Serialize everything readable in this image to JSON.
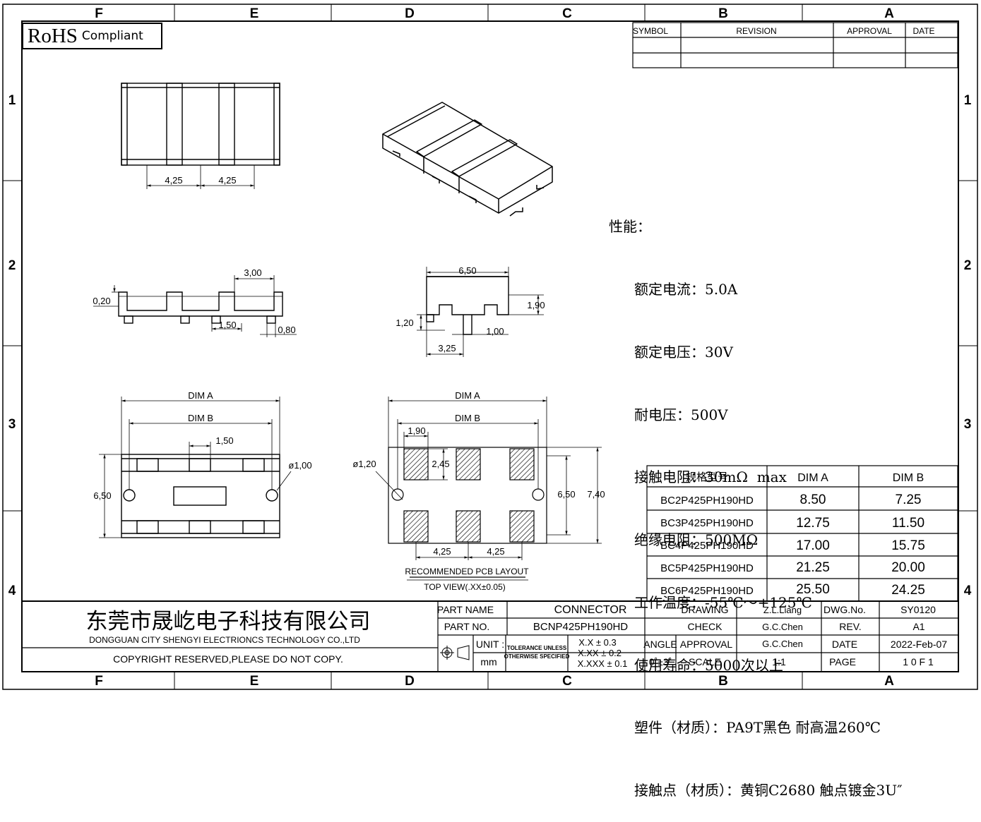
{
  "zone_letters": [
    "F",
    "E",
    "D",
    "C",
    "B",
    "A"
  ],
  "zone_numbers": [
    "1",
    "2",
    "3",
    "4"
  ],
  "rohs": {
    "big": "RoHS",
    "small": "Compliant"
  },
  "revision_table": {
    "symbol": "SYMBOL",
    "revision": "REVISION",
    "approval": "APPROVAL",
    "date": "DATE"
  },
  "dims": {
    "top_a": "4,25",
    "top_b": "4,25",
    "side_300": "3,00",
    "side_020": "0,20",
    "side_150": "1,50",
    "side_080": "0,80",
    "end_650": "6,50",
    "end_190": "1,90",
    "end_120": "1,20",
    "end_100": "1,00",
    "end_325": "3,25",
    "bot_dima": "DIM A",
    "bot_dimb": "DIM B",
    "bot_150": "1,50",
    "bot_hole": "ø1,00",
    "bot_650": "6,50",
    "pcb_dima": "DIM A",
    "pcb_dimb": "DIM B",
    "pcb_190": "1,90",
    "pcb_245": "2,45",
    "pcb_hole": "ø1,20",
    "pcb_650": "6,50",
    "pcb_740": "7,40",
    "pcb_425a": "4,25",
    "pcb_425b": "4,25"
  },
  "pcb_caption": {
    "line1": "RECOMMENDED PCB LAYOUT",
    "line2": "TOP VIEW(.XX±0.05)"
  },
  "specs": {
    "heading": "性能：",
    "items": [
      "额定电流：5.0A",
      "额定电压：30V",
      "耐电压：500V",
      "接触电阻：30mΩ  max",
      "绝缘电阻：500MΩ",
      "工作温度：-55℃～+125℃",
      "使用寿命：5000次以上",
      "塑件（材质）：PA9T黑色 耐高温260℃",
      "接触点（材质）：黄铜C2680 触点镀金3U″"
    ]
  },
  "dim_table": {
    "headers": [
      "规格型号",
      "DIM  A",
      "DIM  B"
    ],
    "rows": [
      [
        "BC2P425PH190HD",
        "8.50",
        "7.25"
      ],
      [
        "BC3P425PH190HD",
        "12.75",
        "11.50"
      ],
      [
        "BC4P425PH190HD",
        "17.00",
        "15.75"
      ],
      [
        "BC5P425PH190HD",
        "21.25",
        "20.00"
      ],
      [
        "BC6P425PH190HD",
        "25.50",
        "24.25"
      ]
    ]
  },
  "title_block": {
    "company_cn": "东莞市晟屹电子科技有限公司",
    "company_en": "DONGGUAN CITY SHENGYI ELECTRIONCS TECHNOLOGY CO.,LTD",
    "copyright": "COPYRIGHT RESERVED,PLEASE DO NOT COPY.",
    "part_name_label": "PART NAME",
    "part_name": "CONNECTOR",
    "part_no_label": "PART NO.",
    "part_no": "BCNP425PH190HD",
    "unit_label": "UNIT :",
    "unit": "mm",
    "tol_line1": "TOLERANCE UNLESS",
    "tol_line2": "OTHERWISE SPECIFIED",
    "tol_x": "X.X  ± 0.3",
    "tol_xx": "X.XX  ± 0.2",
    "tol_xxx": "X.XXX  ± 0.1",
    "angle_label": "ANGLE",
    "angle": "0˚±3˚",
    "drawing_label": "DRAWING",
    "drawing": "Z.L.Liang",
    "check_label": "CHECK",
    "check": "G.C.Chen",
    "approval_label": "APPROVAL",
    "approval": "G.C.Chen",
    "scale_label": "SCALE",
    "scale": "1:1",
    "dwg_label": "DWG.No.",
    "dwg": "SY0120",
    "rev_label": "REV.",
    "rev": "A1",
    "date_label": "DATE",
    "date": "2022-Feb-07",
    "page_label": "PAGE",
    "page": "1  0 F  1"
  },
  "colors": {
    "line": "#000000",
    "paper": "#ffffff"
  }
}
